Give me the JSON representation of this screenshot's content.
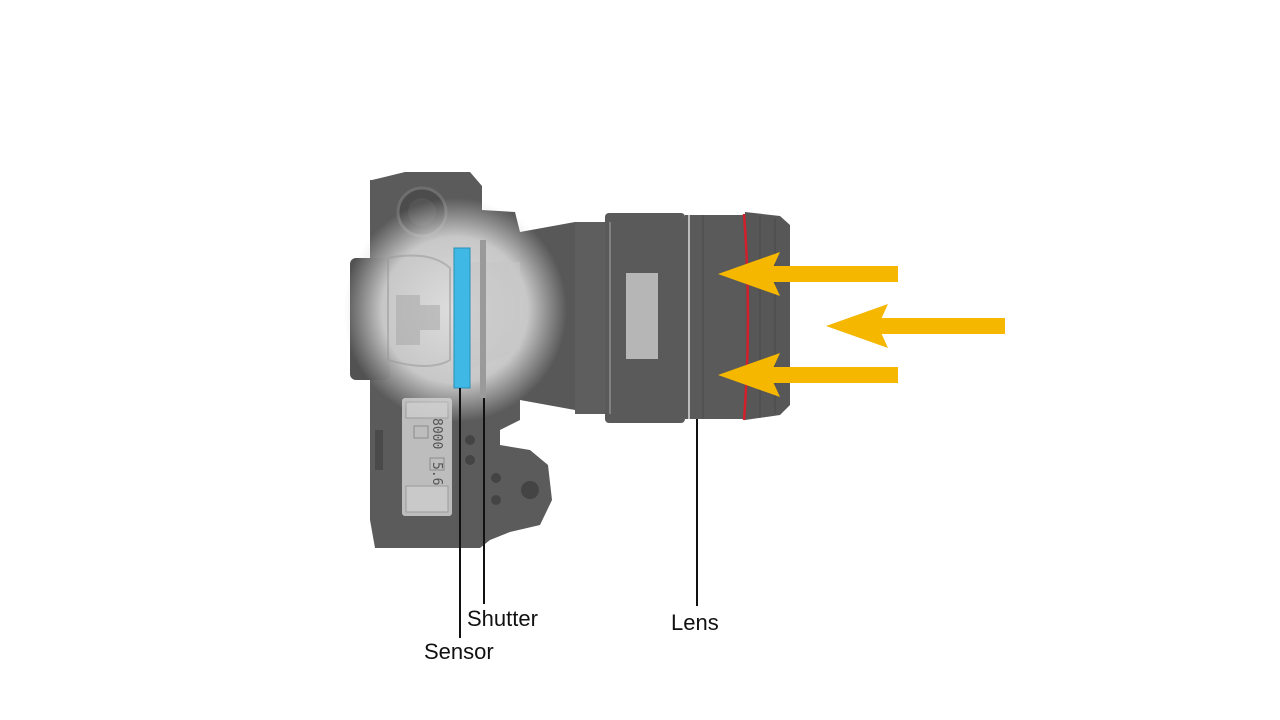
{
  "labels": {
    "shutter": "Shutter",
    "sensor": "Sensor",
    "lens": "Lens"
  },
  "lcd": {
    "line1": "8000",
    "line2": "5.6"
  },
  "icons": {
    "camera": "dslr-camera-top-view-icon",
    "light": "incoming-light-arrow-icon"
  },
  "colors": {
    "background": "#ffffff",
    "camera_body": "#5b5b5b",
    "lens_body": "#5d5d5d",
    "highlight_glow": "#d8d8d8",
    "sensor": "#3fb8e6",
    "shutter": "#9a9a9a",
    "lens_ring_red": "#d21f2a",
    "light_arrows": "#f5b700",
    "leader_lines": "#111111"
  }
}
